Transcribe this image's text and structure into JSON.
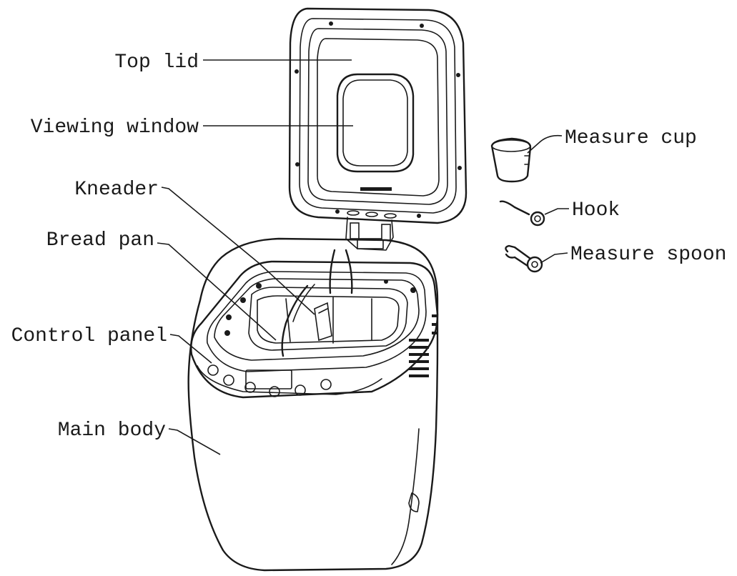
{
  "labels": {
    "top_lid": "Top lid",
    "viewing_window": "Viewing window",
    "kneader": "Kneader",
    "bread_pan": "Bread pan",
    "control_panel": "Control panel",
    "main_body": "Main body",
    "measure_cup": "Measure cup",
    "hook": "Hook",
    "measure_spoon": "Measure spoon"
  },
  "colors": {
    "ink": "#1a1a1a",
    "background": "#ffffff"
  }
}
